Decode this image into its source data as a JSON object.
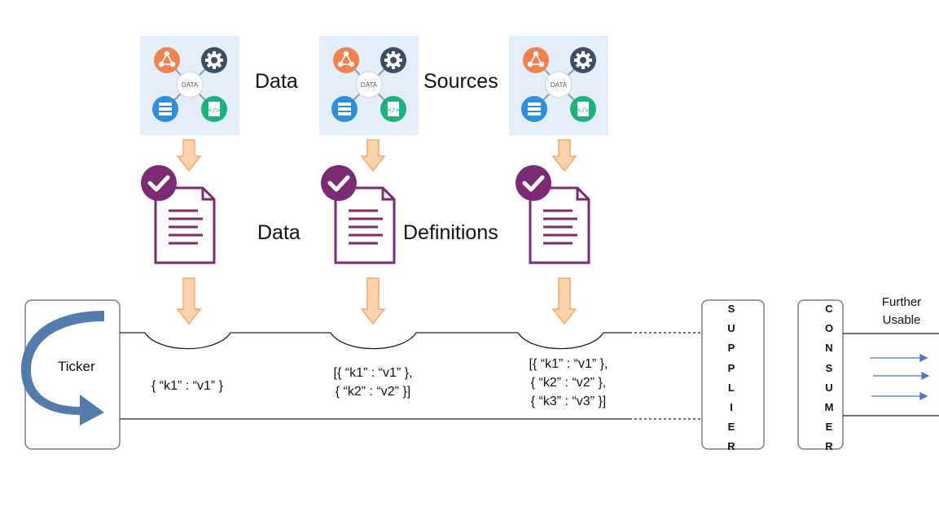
{
  "labels": {
    "data_top": "Data",
    "sources": "Sources",
    "data_mid": "Data",
    "definitions": "Definitions"
  },
  "source_icon": {
    "center_text": "DATA",
    "icons": [
      "share-icon",
      "gear-icon",
      "database-icon",
      "code-file-icon"
    ]
  },
  "document_icon": "checked-document-icon",
  "ticker": {
    "label": "Ticker"
  },
  "payloads": [
    "{ “k1” : “v1” }",
    "[{ “k1” : “v1” },\n{ “k2” : “v2” }]",
    "[{ “k1” : “v1” },\n{ “k2” : “v2” },\n{ “k3” : “v3” }]"
  ],
  "supplier": "SUPPLIER",
  "consumer": "CONSUMER",
  "further_usable": "Further\nUsable",
  "colors": {
    "orange": "#F0824F",
    "slate": "#3D4D63",
    "blue": "#2E8EDB",
    "green": "#1DB27C",
    "purple": "#7B2A73",
    "arrow_fill": "#FCD3AD",
    "arrow_stroke": "#F5A86A",
    "ticker_blue": "#4A74A8",
    "line_blue": "#4C7AC0"
  }
}
